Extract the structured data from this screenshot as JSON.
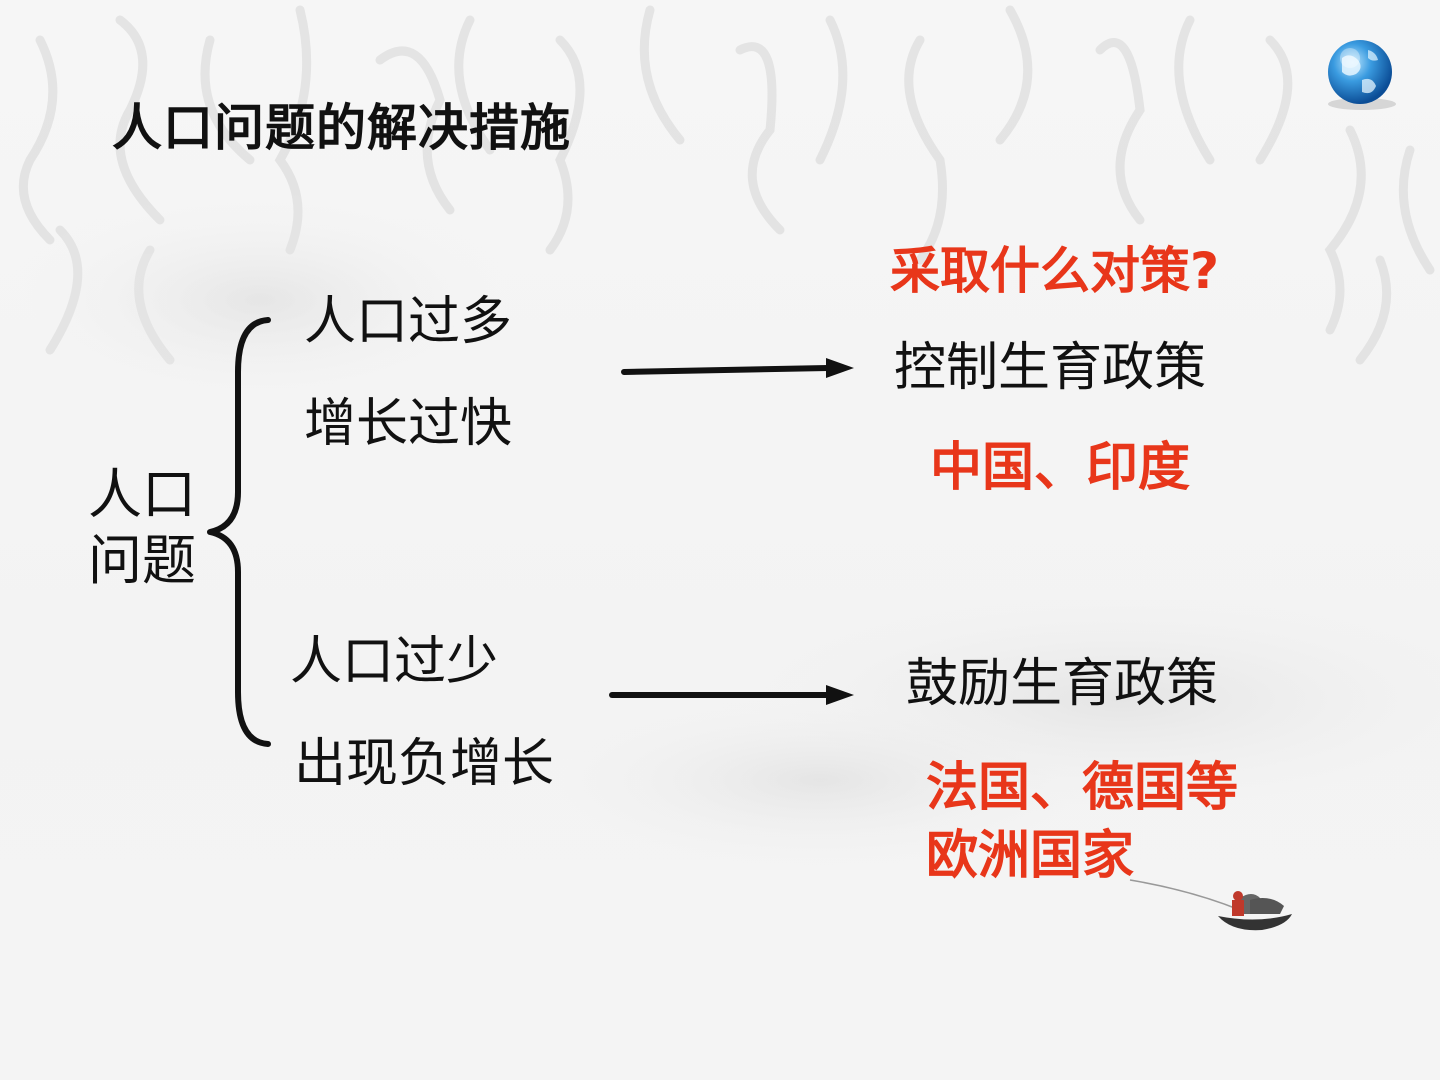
{
  "slide": {
    "title": "人口问题的解决措施",
    "root": {
      "line1": "人口",
      "line2": "问题"
    },
    "branches": [
      {
        "conditions": [
          "人口过多",
          "增长过快"
        ],
        "policy": "控制生育政策",
        "examples": [
          "中国、印度"
        ]
      },
      {
        "conditions": [
          "人口过少",
          "出现负增长"
        ],
        "policy": "鼓励生育政策",
        "examples": [
          "法国、德国等",
          "欧洲国家"
        ]
      }
    ],
    "question": "采取什么对策?",
    "colors": {
      "text": "#111111",
      "highlight": "#e8361a",
      "background": "#f4f4f4"
    },
    "icons": [
      "globe-icon",
      "boat-icon",
      "brace-icon",
      "arrow-icon"
    ]
  }
}
